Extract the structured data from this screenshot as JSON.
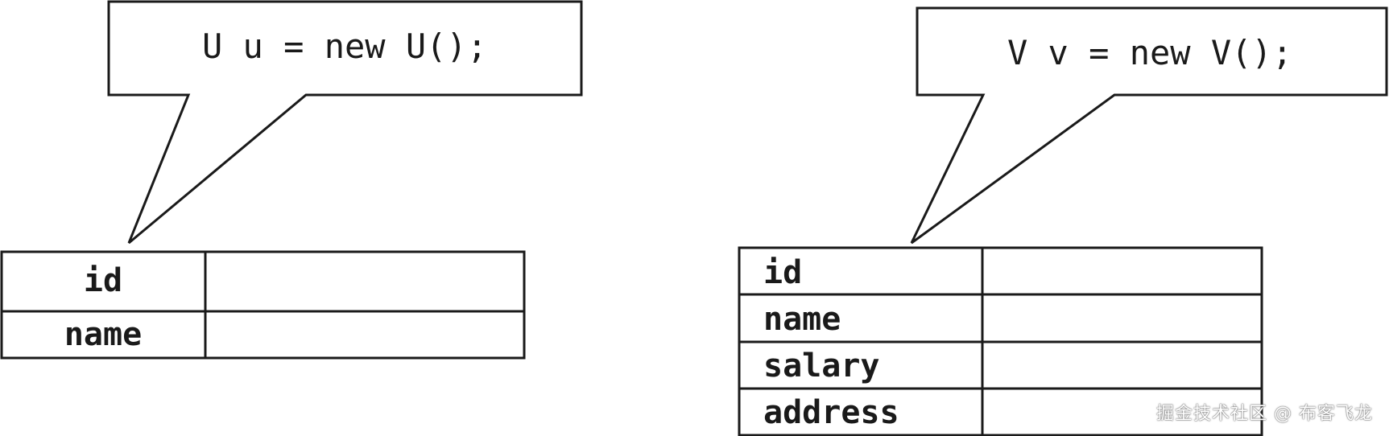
{
  "left": {
    "callout_code": "U u = new U();",
    "fields": [
      {
        "name": "id",
        "value": ""
      },
      {
        "name": "name",
        "value": ""
      }
    ]
  },
  "right": {
    "callout_code": "V v = new V();",
    "fields": [
      {
        "name": "id",
        "value": ""
      },
      {
        "name": "name",
        "value": ""
      },
      {
        "name": "salary",
        "value": ""
      },
      {
        "name": "address",
        "value": ""
      }
    ]
  },
  "watermark": "掘金技术社区 @ 布客飞龙"
}
